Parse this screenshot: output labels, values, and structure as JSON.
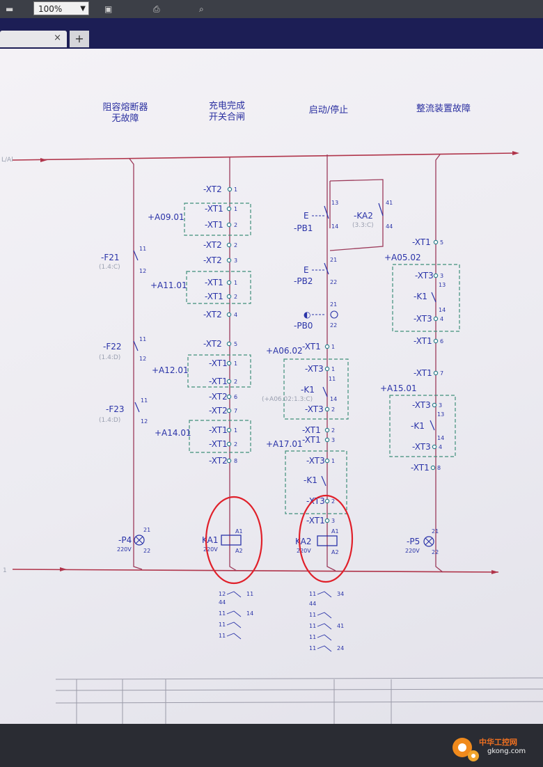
{
  "toolbar": {
    "zoom": "100%",
    "menu_icon": "menu-icon",
    "save_icon": "save-icon",
    "print_icon": "print-icon",
    "search_icon": "search-icon"
  },
  "tabs": {
    "close": "×",
    "add": "+"
  },
  "titles": {
    "col1_l1": "阻容熔断器",
    "col1_l2": "无故障",
    "col2_l1": "充电完成",
    "col2_l2": "开关合闸",
    "col3": "启动/停止",
    "col4": "整流装置故障"
  },
  "col1": {
    "f21": "-F21",
    "f21_sub": "(1.4:C)",
    "f22": "-F22",
    "f22_sub": "(1.4:D)",
    "f23": "-F23",
    "f23_sub": "(1.4:D)",
    "p4": "-P4",
    "p4_v": "220V",
    "n11": "11",
    "n12": "12",
    "n21": "21",
    "n22": "22"
  },
  "col2": {
    "xt2": "-XT2",
    "xt1": "-XT1",
    "a0901": "+A09.01",
    "a1101": "+A11.01",
    "a1201": "+A12.01",
    "a1401": "+A14.01",
    "ka1": "KA1",
    "ka1_v": "220V",
    "a1": "A1",
    "a2": "A2",
    "t1": "1",
    "t2": "2",
    "t3": "3",
    "t4": "4",
    "t5": "5",
    "t6": "6",
    "t7": "7",
    "t8": "8"
  },
  "col3": {
    "e": "E",
    "pb1": "-PB1",
    "pb2": "-PB2",
    "pb0": "-PB0",
    "ka2": "-KA2",
    "ka2_sub": "(3.3:C)",
    "a0602": "+A06.02",
    "a0602_sub": "(+A06.02:1.3:C)",
    "a1701": "+A17.01",
    "xt1": "-XT1",
    "xt3": "-XT3",
    "k1": "-K1",
    "ka2_coil": "KA2",
    "ka2_v": "220V",
    "a1": "A1",
    "a2": "A2",
    "n13": "13",
    "n14": "14",
    "n21": "21",
    "n22": "22",
    "n41": "41",
    "n44": "44",
    "n11": "11",
    "t1": "1",
    "t2": "2",
    "t3": "3"
  },
  "col4": {
    "a0502": "+A05.02",
    "a1501": "+A15.01",
    "xt1": "-XT1",
    "xt3": "-XT3",
    "k1": "-K1",
    "p5": "-P5",
    "p5_v": "220V",
    "n13": "13",
    "n14": "14",
    "n21": "21",
    "n22": "22",
    "t3": "3",
    "t4": "4",
    "t5": "5",
    "t6": "6",
    "t7": "7",
    "t8": "8"
  },
  "bus": {
    "top_label": "L/Al",
    "bottom_label": "1"
  },
  "contacts_below": {
    "l1": "12",
    "l2": "44",
    "l3": "11",
    "l4": "11",
    "l5": "11",
    "r1": "11",
    "r2": "14",
    "r3": "34",
    "r4": "41",
    "r5": "24"
  },
  "watermark": {
    "brand": "中华工控网",
    "site": "gkong.com"
  }
}
